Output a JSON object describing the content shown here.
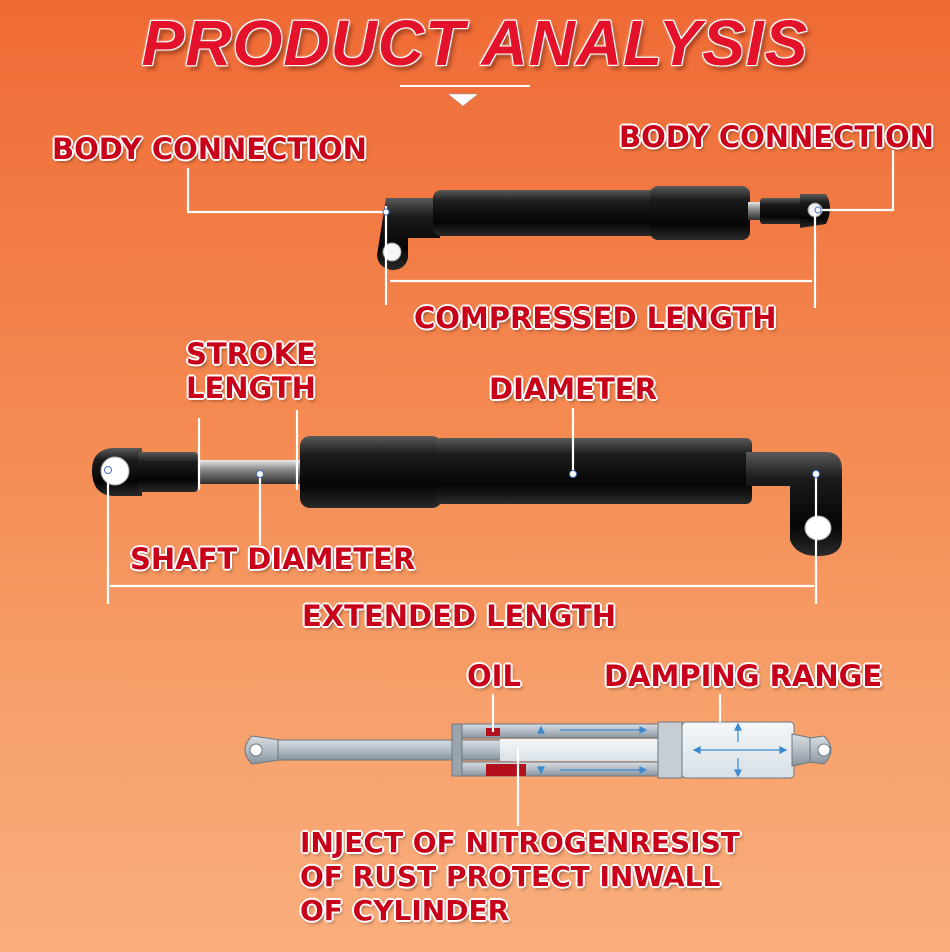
{
  "title": "PRODUCT ANALYSIS",
  "labels": {
    "body_connection_left": "BODY CONNECTION",
    "body_connection_right": "BODY CONNECTION",
    "compressed_length": "COMPRESSED LENGTH",
    "stroke_length_line1": "STROKE",
    "stroke_length_line2": "LENGTH",
    "diameter": "DIAMETER",
    "shaft_diameter": "SHAFT DIAMETER",
    "extended_length": "EXTENDED LENGTH",
    "oil": "OIL",
    "damping_range": "DAMPING RANGE",
    "nitrogen_line1": "INJECT OF NITROGENRESIST",
    "nitrogen_line2": "OF RUST PROTECT INWALL",
    "nitrogen_line3": "OF CYLINDER"
  },
  "colors": {
    "background_top": "#ef6a35",
    "background_bottom": "#f9ae7c",
    "title": "#e4112a",
    "label_text": "#c8001a",
    "leader_line": "#ffffff",
    "strut_body": "#111111",
    "oil": "#b3101e",
    "cutaway": "#e8eef2"
  }
}
